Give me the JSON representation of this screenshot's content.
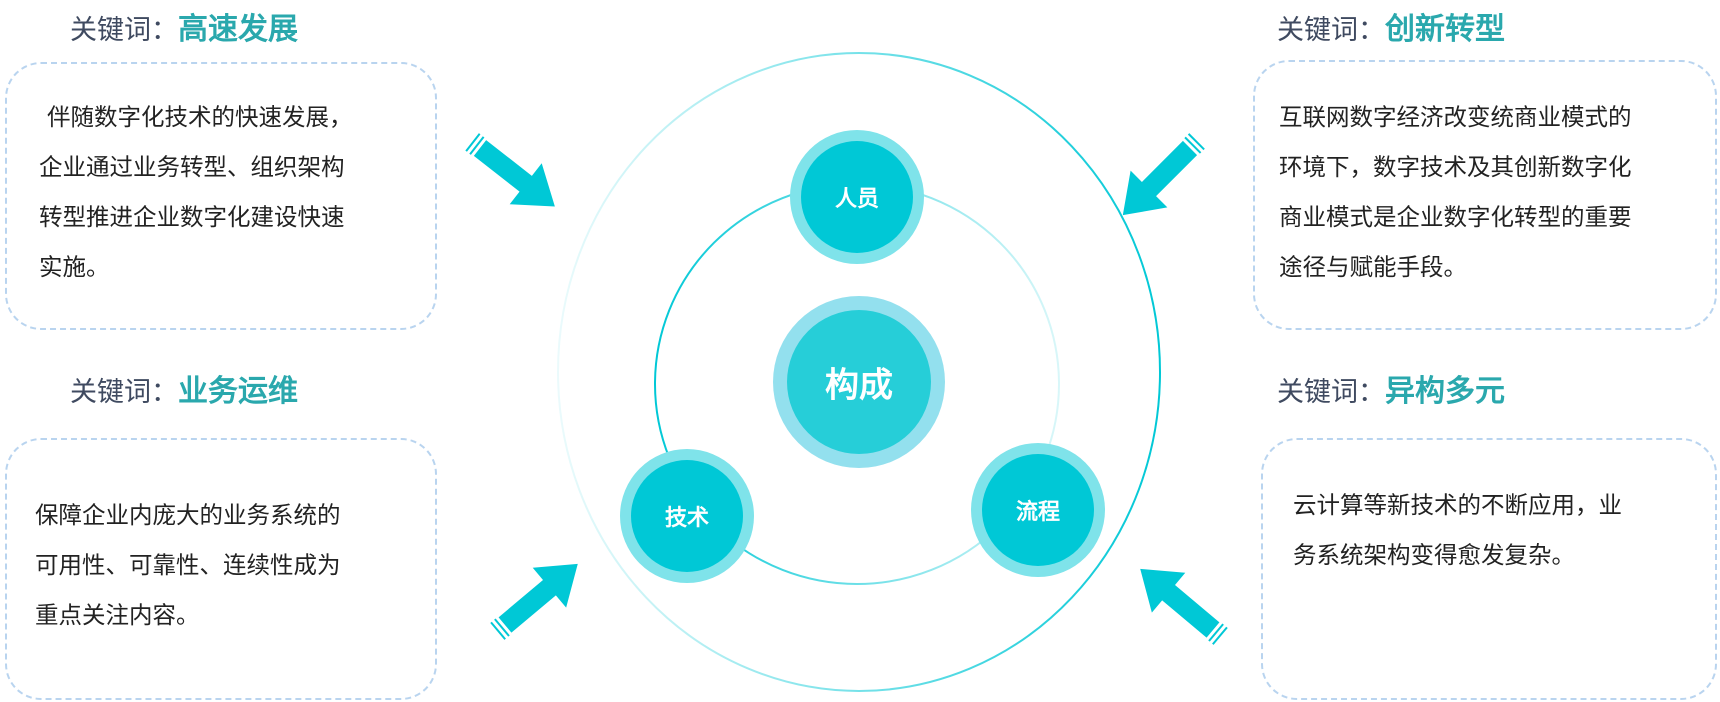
{
  "panels": [
    {
      "label": "关键词：",
      "keyword": "高速发展",
      "lines": [
        "伴随数字化技术的快速发展，",
        "企业通过业务转型、组织架构",
        "转型推进企业数字化建设快速",
        "实施。"
      ]
    },
    {
      "label": "关键词：",
      "keyword": "业务运维",
      "lines": [
        "保障企业内庞大的业务系统的",
        "可用性、可靠性、连续性成为",
        "重点关注内容。"
      ]
    },
    {
      "label": "关键词：",
      "keyword": "创新转型",
      "lines": [
        "互联网数字经济改变统商业模式的",
        "环境下，数字技术及其创新数字化",
        "商业模式是企业数字化转型的重要",
        "途径与赋能手段。"
      ]
    },
    {
      "label": "关键词：",
      "keyword": "异构多元",
      "lines": [
        "云计算等新技术的不断应用，业",
        "务系统架构变得愈发复杂。"
      ]
    }
  ],
  "center": {
    "label": "构成"
  },
  "nodes": [
    {
      "label": "人员"
    },
    {
      "label": "技术"
    },
    {
      "label": "流程"
    }
  ],
  "colors": {
    "accent": "#00c8d6",
    "ring": "#7fe3ea",
    "center": "#26ced8",
    "center_ring": "#93e0ee",
    "keyword": "#2aa8ad",
    "border": "#b9d4ef"
  }
}
